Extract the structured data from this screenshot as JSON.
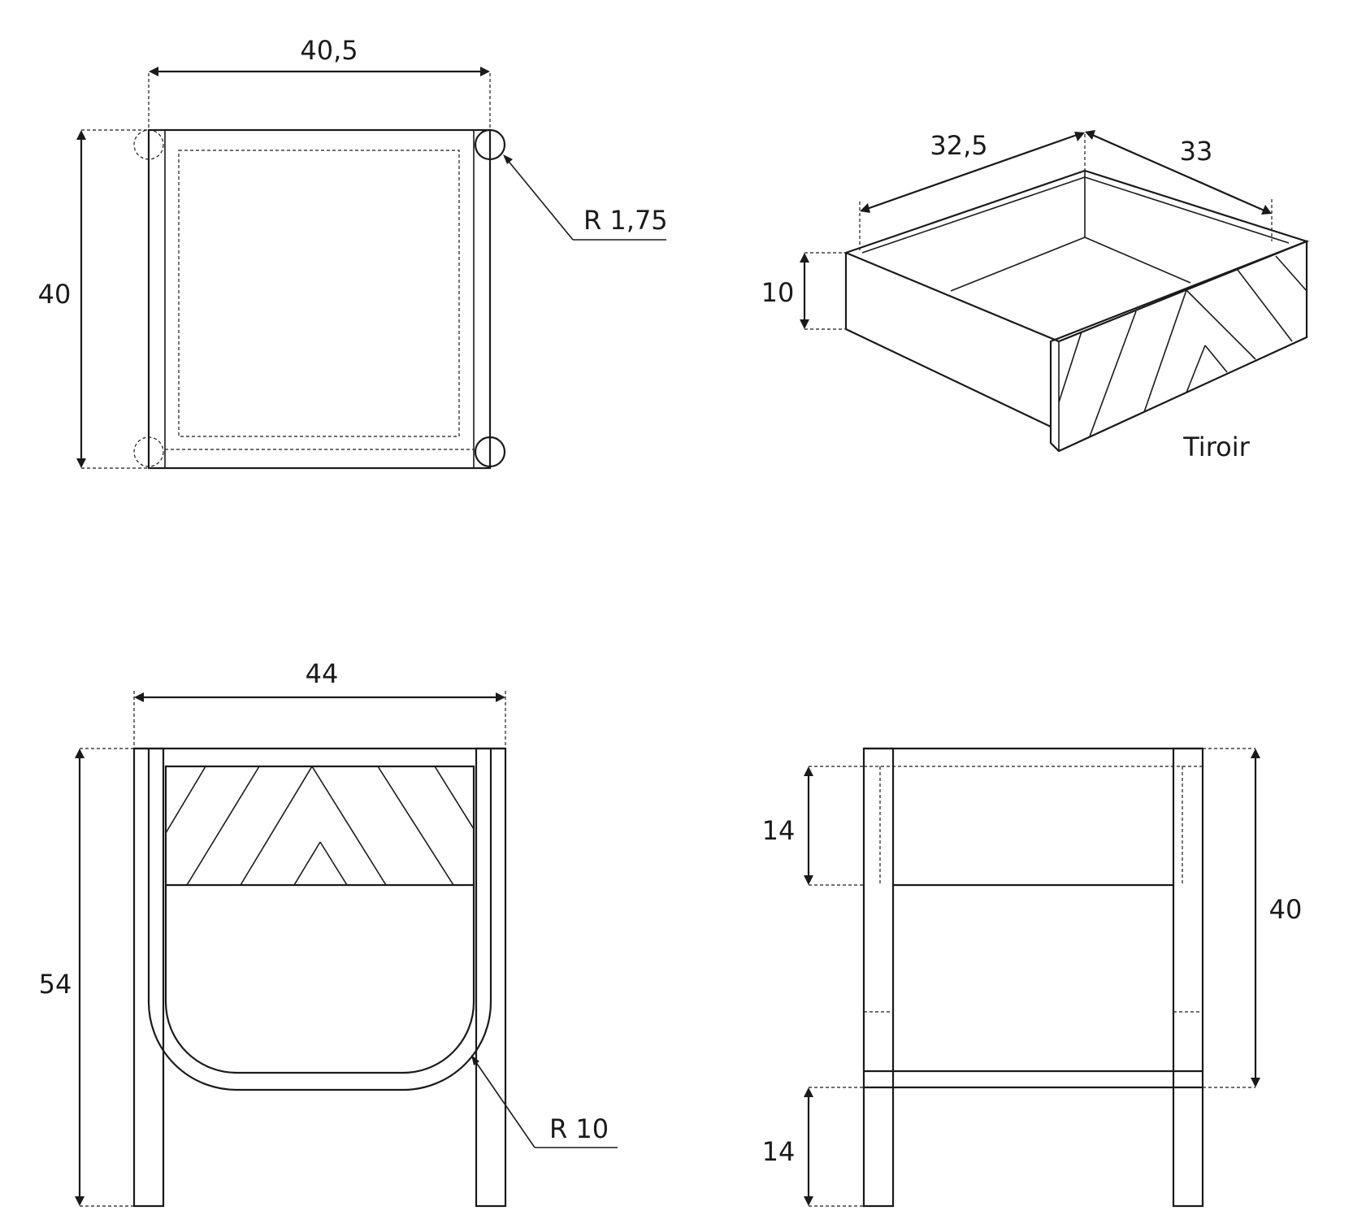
{
  "dimensions": {
    "top_view_width": "40,5",
    "top_view_depth": "40",
    "corner_radius": "R 1,75",
    "drawer_width": "32,5",
    "drawer_depth": "33",
    "drawer_height": "10",
    "front_width": "44",
    "front_height": "54",
    "curve_radius": "R 10",
    "side_drawer_height": "14",
    "side_body_height": "40",
    "side_leg_height": "14"
  },
  "labels": {
    "drawer": "Tiroir"
  }
}
